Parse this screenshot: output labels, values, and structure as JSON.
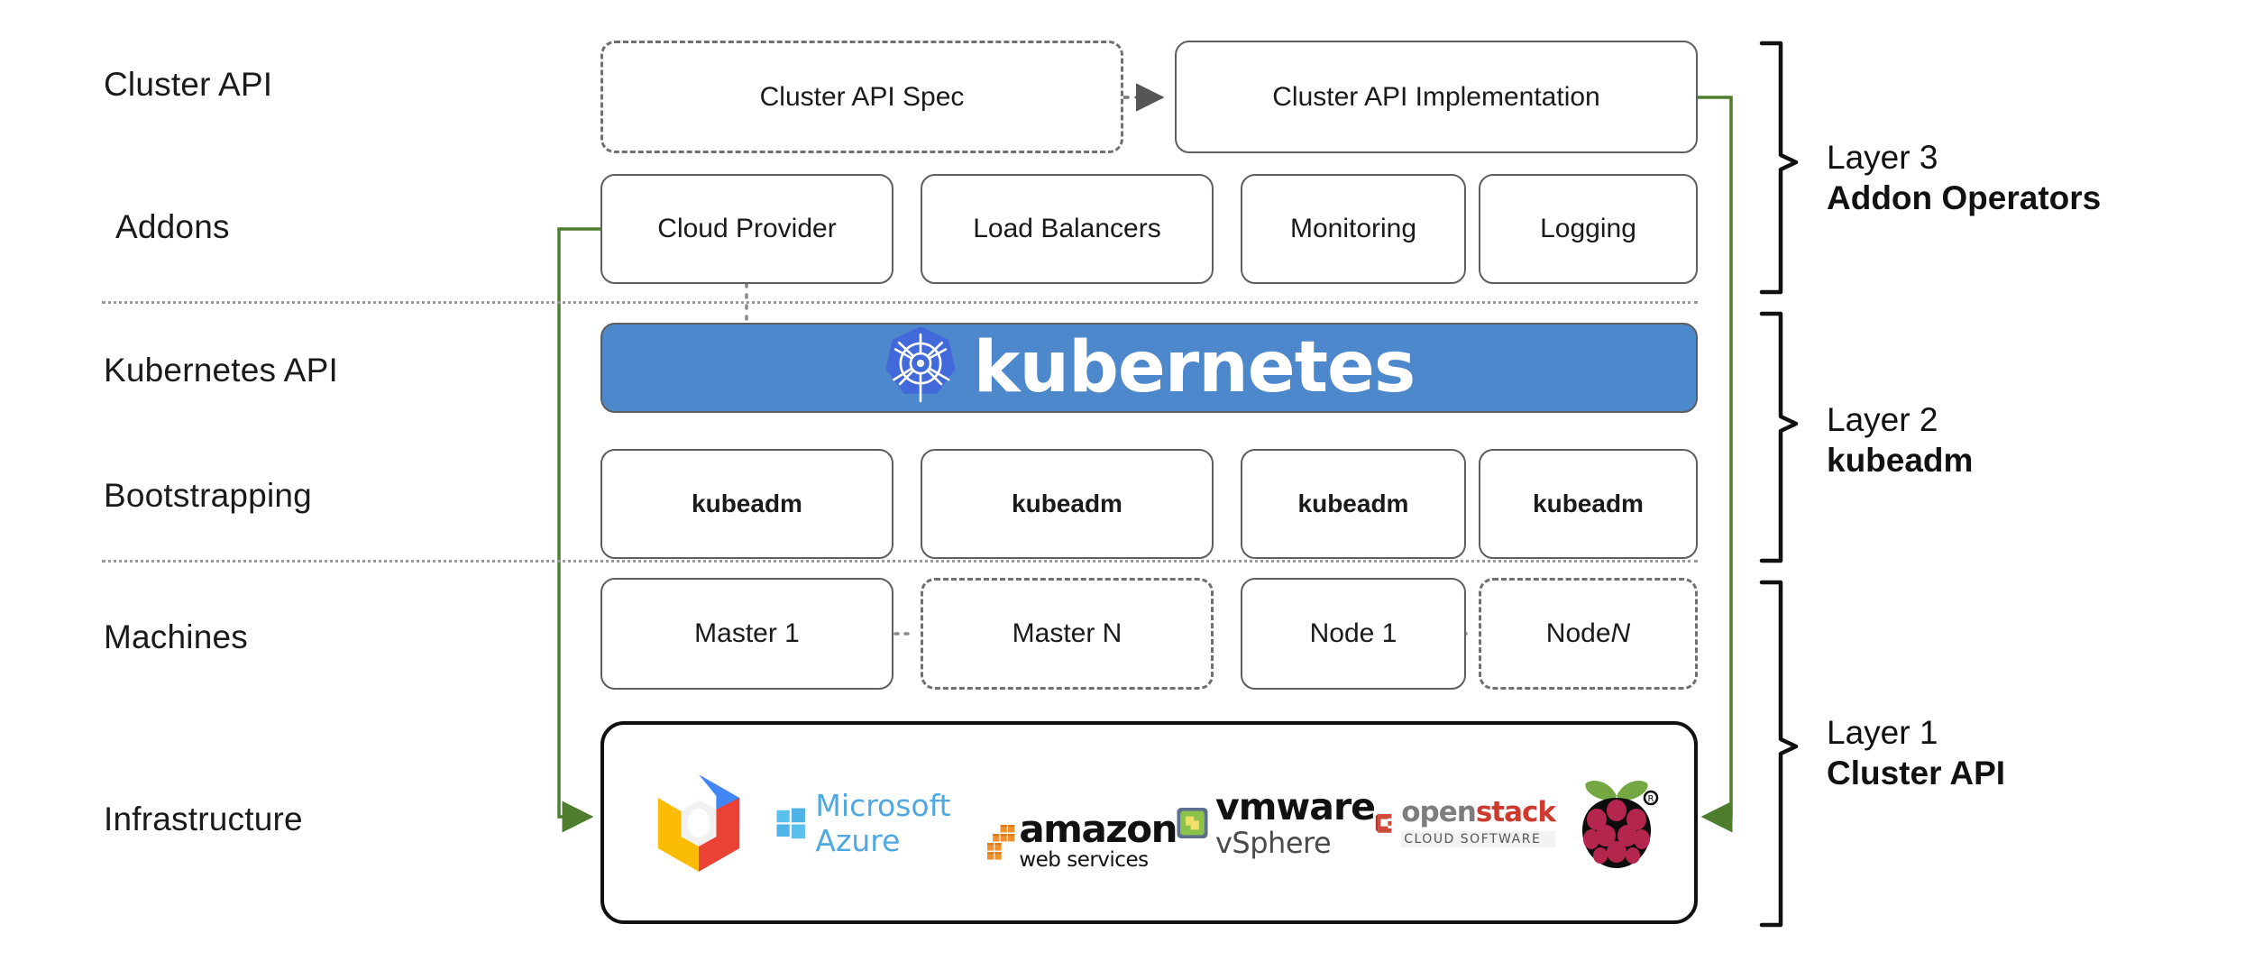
{
  "diagram": {
    "title": "Kubernetes Cluster API layered architecture",
    "accent_green": "#4f7d2e",
    "kubernetes_blue": "#4d87cc",
    "kubernetes_logo_blue": "#4269d9",
    "box_border": "#5e5e5e",
    "separator_color": "#9a9a9a"
  },
  "row_labels": [
    {
      "id": "cluster-api",
      "text": "Cluster API"
    },
    {
      "id": "addons",
      "text": "Addons"
    },
    {
      "id": "kubernetes-api",
      "text": "Kubernetes API"
    },
    {
      "id": "bootstrapping",
      "text": "Bootstrapping"
    },
    {
      "id": "machines",
      "text": "Machines"
    },
    {
      "id": "infrastructure",
      "text": "Infrastructure"
    }
  ],
  "cluster_api_row": {
    "spec": {
      "label": "Cluster API Spec",
      "style": "dashed"
    },
    "implementation": {
      "label": "Cluster API Implementation",
      "style": "solid"
    },
    "connector": "dotted-arrow-right"
  },
  "addons_row": [
    {
      "label": "Cloud Provider"
    },
    {
      "label": "Load Balancers"
    },
    {
      "label": "Monitoring"
    },
    {
      "label": "Logging"
    }
  ],
  "kubernetes_banner": {
    "wordmark": "kubernetes",
    "logo_name": "kubernetes-helm-icon"
  },
  "bootstrapping_row": [
    {
      "label": "kubeadm"
    },
    {
      "label": "kubeadm"
    },
    {
      "label": "kubeadm"
    },
    {
      "label": "kubeadm"
    }
  ],
  "machines_row": [
    {
      "label": "Master 1",
      "style": "solid",
      "italic_suffix": ""
    },
    {
      "label": "Master N",
      "style": "dashed",
      "italic_suffix": ""
    },
    {
      "label": "Node 1",
      "style": "solid",
      "italic_suffix": ""
    },
    {
      "label": "Node ",
      "style": "dashed",
      "italic_suffix": "N"
    }
  ],
  "infrastructure_row": {
    "providers": [
      {
        "name": "google-cloud-platform-logo",
        "label": ""
      },
      {
        "name": "microsoft-azure-logo",
        "label": "Microsoft Azure"
      },
      {
        "name": "amazon-web-services-logo",
        "label": "amazon",
        "sublabel": "web services"
      },
      {
        "name": "vmware-vsphere-logo",
        "label": "vmware",
        "sublabel": "vSphere"
      },
      {
        "name": "openstack-logo",
        "label": "openstack",
        "sublabel": "CLOUD SOFTWARE"
      },
      {
        "name": "raspberry-pi-logo",
        "label": ""
      }
    ]
  },
  "layers": [
    {
      "id": "layer-3",
      "number": "Layer 3",
      "name": "Addon Operators"
    },
    {
      "id": "layer-2",
      "number": "Layer 2",
      "name": "kubeadm"
    },
    {
      "id": "layer-1",
      "number": "Layer 1",
      "name": "Cluster API"
    }
  ]
}
